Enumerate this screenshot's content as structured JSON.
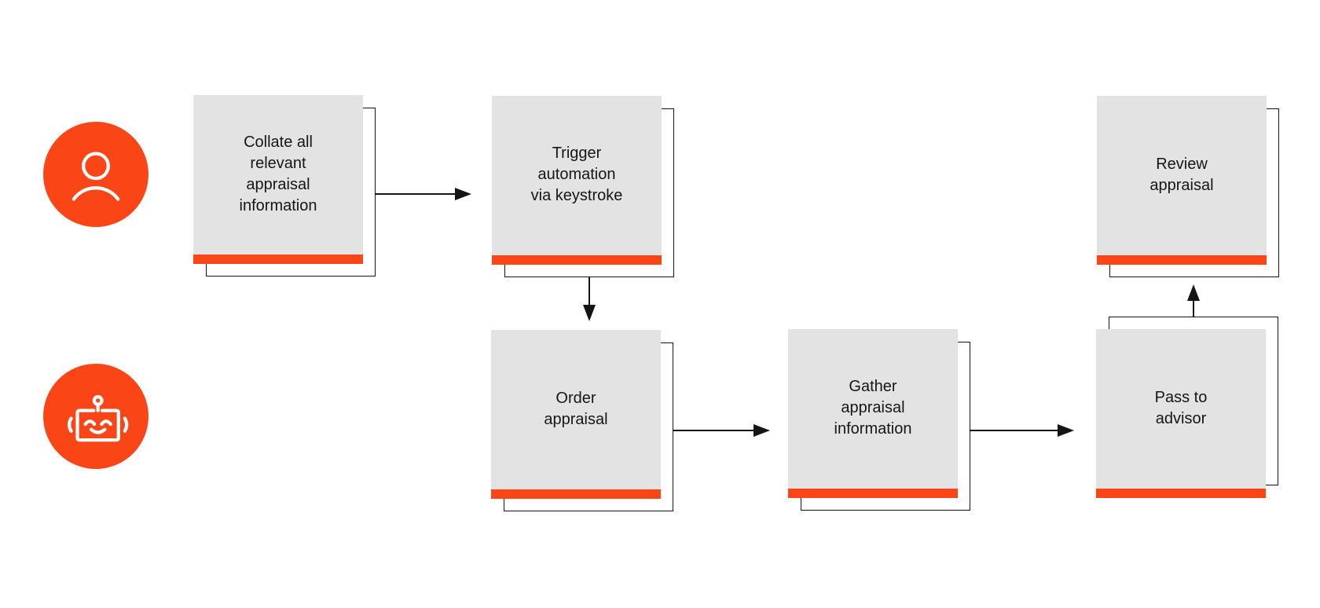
{
  "colors": {
    "accent": "#FA4616",
    "box_fill": "#E3E3E3",
    "line": "#141414",
    "background": "#FFFFFF"
  },
  "lanes": [
    {
      "id": "human",
      "icon": "person-icon",
      "row": "top"
    },
    {
      "id": "robot",
      "icon": "robot-icon",
      "row": "bottom"
    }
  ],
  "steps": [
    {
      "id": "collate",
      "lane": "human",
      "label": "Collate all\nrelevant\nappraisal\ninformation"
    },
    {
      "id": "trigger",
      "lane": "human",
      "label": "Trigger\nautomation\nvia keystroke"
    },
    {
      "id": "order",
      "lane": "robot",
      "label": "Order\nappraisal"
    },
    {
      "id": "gather",
      "lane": "robot",
      "label": "Gather\nappraisal\ninformation"
    },
    {
      "id": "pass",
      "lane": "robot",
      "label": "Pass to\nadvisor"
    },
    {
      "id": "review",
      "lane": "human",
      "label": "Review\nappraisal"
    }
  ],
  "edges": [
    {
      "from": "collate",
      "to": "trigger",
      "direction": "right"
    },
    {
      "from": "trigger",
      "to": "order",
      "direction": "down"
    },
    {
      "from": "order",
      "to": "gather",
      "direction": "right"
    },
    {
      "from": "gather",
      "to": "pass",
      "direction": "right"
    },
    {
      "from": "pass",
      "to": "review",
      "direction": "up"
    }
  ]
}
